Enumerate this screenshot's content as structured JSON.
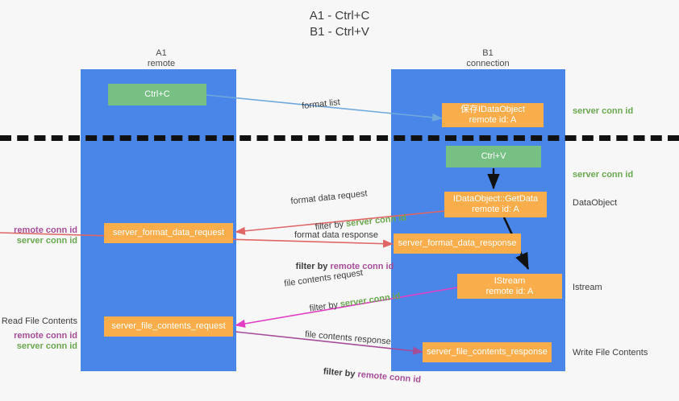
{
  "title": "A1 - Ctrl+C\nB1 - Ctrl+V",
  "columns": [
    {
      "name": "A1",
      "sub": "remote",
      "label": "A1\nremote"
    },
    {
      "name": "B1",
      "sub": "connection",
      "label": "B1\nconnection"
    }
  ],
  "nodes": {
    "ctrl_c": "Ctrl+C",
    "ctrl_v": "Ctrl+V",
    "save_idataobject": "保存IDataObject\nremote id: A",
    "idataobject_getdata": "IDataObject::GetData\nremote id: A",
    "istream": "IStream\nremote id: A",
    "server_format_data_request": "server_format_data_request",
    "server_format_data_response": "server_format_data_response",
    "server_file_contents_request": "server_file_contents_request",
    "server_file_contents_response": "server_file_contents_response"
  },
  "edge_labels": {
    "format_list": "format list",
    "format_data_request": "format data request",
    "format_data_request_filter_prefix": "filter by ",
    "format_data_request_filter_value": "server conn id",
    "format_data_response": "format data response",
    "format_data_response_filter_prefix": "filter by ",
    "format_data_response_filter_value": "remote conn id",
    "file_contents_request": "file contents request",
    "file_contents_request_filter_prefix": "filter by ",
    "file_contents_request_filter_value": "server conn id",
    "file_contents_response": "file contents response",
    "file_contents_response_filter_prefix": "filter by ",
    "file_contents_response_filter_value": "remote conn id"
  },
  "side_labels": {
    "right_server_conn_id_top": "server conn id",
    "right_server_conn_id_mid": "server conn id",
    "right_dataobject": "DataObject",
    "right_istream": "Istream",
    "right_write_file_contents": "Write File Contents",
    "left_remote_conn_id_mid": "remote conn id",
    "left_server_conn_id_mid": "server conn id",
    "left_read_file_contents": "Read File Contents",
    "left_remote_conn_id_bottom": "remote conn id",
    "left_server_conn_id_bottom": "server conn id"
  },
  "colors": {
    "lane": "#4a86e8",
    "green_node": "#76c083",
    "orange_node": "#f9ad4b",
    "green_text": "#6aa84f",
    "purple_text": "#a64d9a",
    "arrow_blue": "#6fa8dc",
    "arrow_red": "#e06666",
    "arrow_magenta": "#e23ec4",
    "arrow_purple": "#a64d9a",
    "arrow_black": "#111111",
    "background": "#f7f7f7"
  }
}
